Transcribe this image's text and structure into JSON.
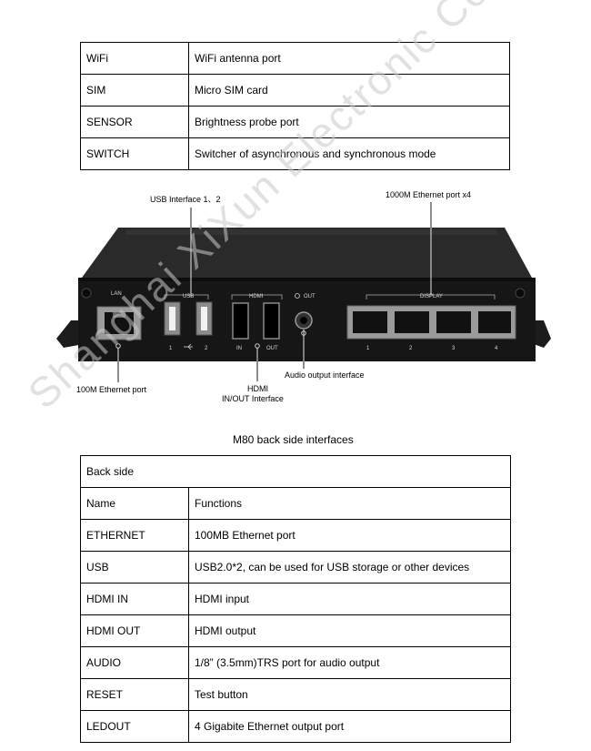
{
  "top_table": {
    "rows": [
      {
        "name": "WiFi",
        "function": "WiFi antenna port"
      },
      {
        "name": "SIM",
        "function": "Micro SIM card"
      },
      {
        "name": "SENSOR",
        "function": "Brightness probe port"
      },
      {
        "name": "SWITCH",
        "function": "Switcher of asynchronous and synchronous mode"
      }
    ]
  },
  "device_figure": {
    "callouts": {
      "usb": "USB Interface 1、2",
      "ethernet_x4": "1000M Ethernet port x4",
      "lan": "100M Ethernet port",
      "hdmi_line1": "HDMI",
      "hdmi_line2": "IN/OUT Interface",
      "audio": "Audio output interface"
    },
    "panel_labels": {
      "lan": "LAN",
      "usb": "USB",
      "hdmi": "HDMI",
      "out": "OUT",
      "display": "DISPLAY",
      "usb_1": "1",
      "usb_2": "2",
      "hdmi_in": "IN",
      "hdmi_out": "OUT",
      "port_1": "1",
      "port_2": "2",
      "port_3": "3",
      "port_4": "4"
    },
    "caption": "M80 back side interfaces"
  },
  "back_table": {
    "header": "Back side",
    "col_name": "Name",
    "col_function": "Functions",
    "rows": [
      {
        "name": "ETHERNET",
        "function": "100MB Ethernet port"
      },
      {
        "name": "USB",
        "function": "USB2.0*2, can be used for USB storage or other devices"
      },
      {
        "name": "HDMI IN",
        "function": "HDMI input"
      },
      {
        "name": "HDMI OUT",
        "function": "HDMI output"
      },
      {
        "name": "AUDIO",
        "function": "1/8” (3.5mm)TRS port for audio output"
      },
      {
        "name": "RESET",
        "function": "Test button"
      },
      {
        "name": "LEDOUT",
        "function": "4 Gigabite Ethernet output port"
      }
    ]
  },
  "watermark": "Shanghai XiXun Electronic Co.,Ltd."
}
